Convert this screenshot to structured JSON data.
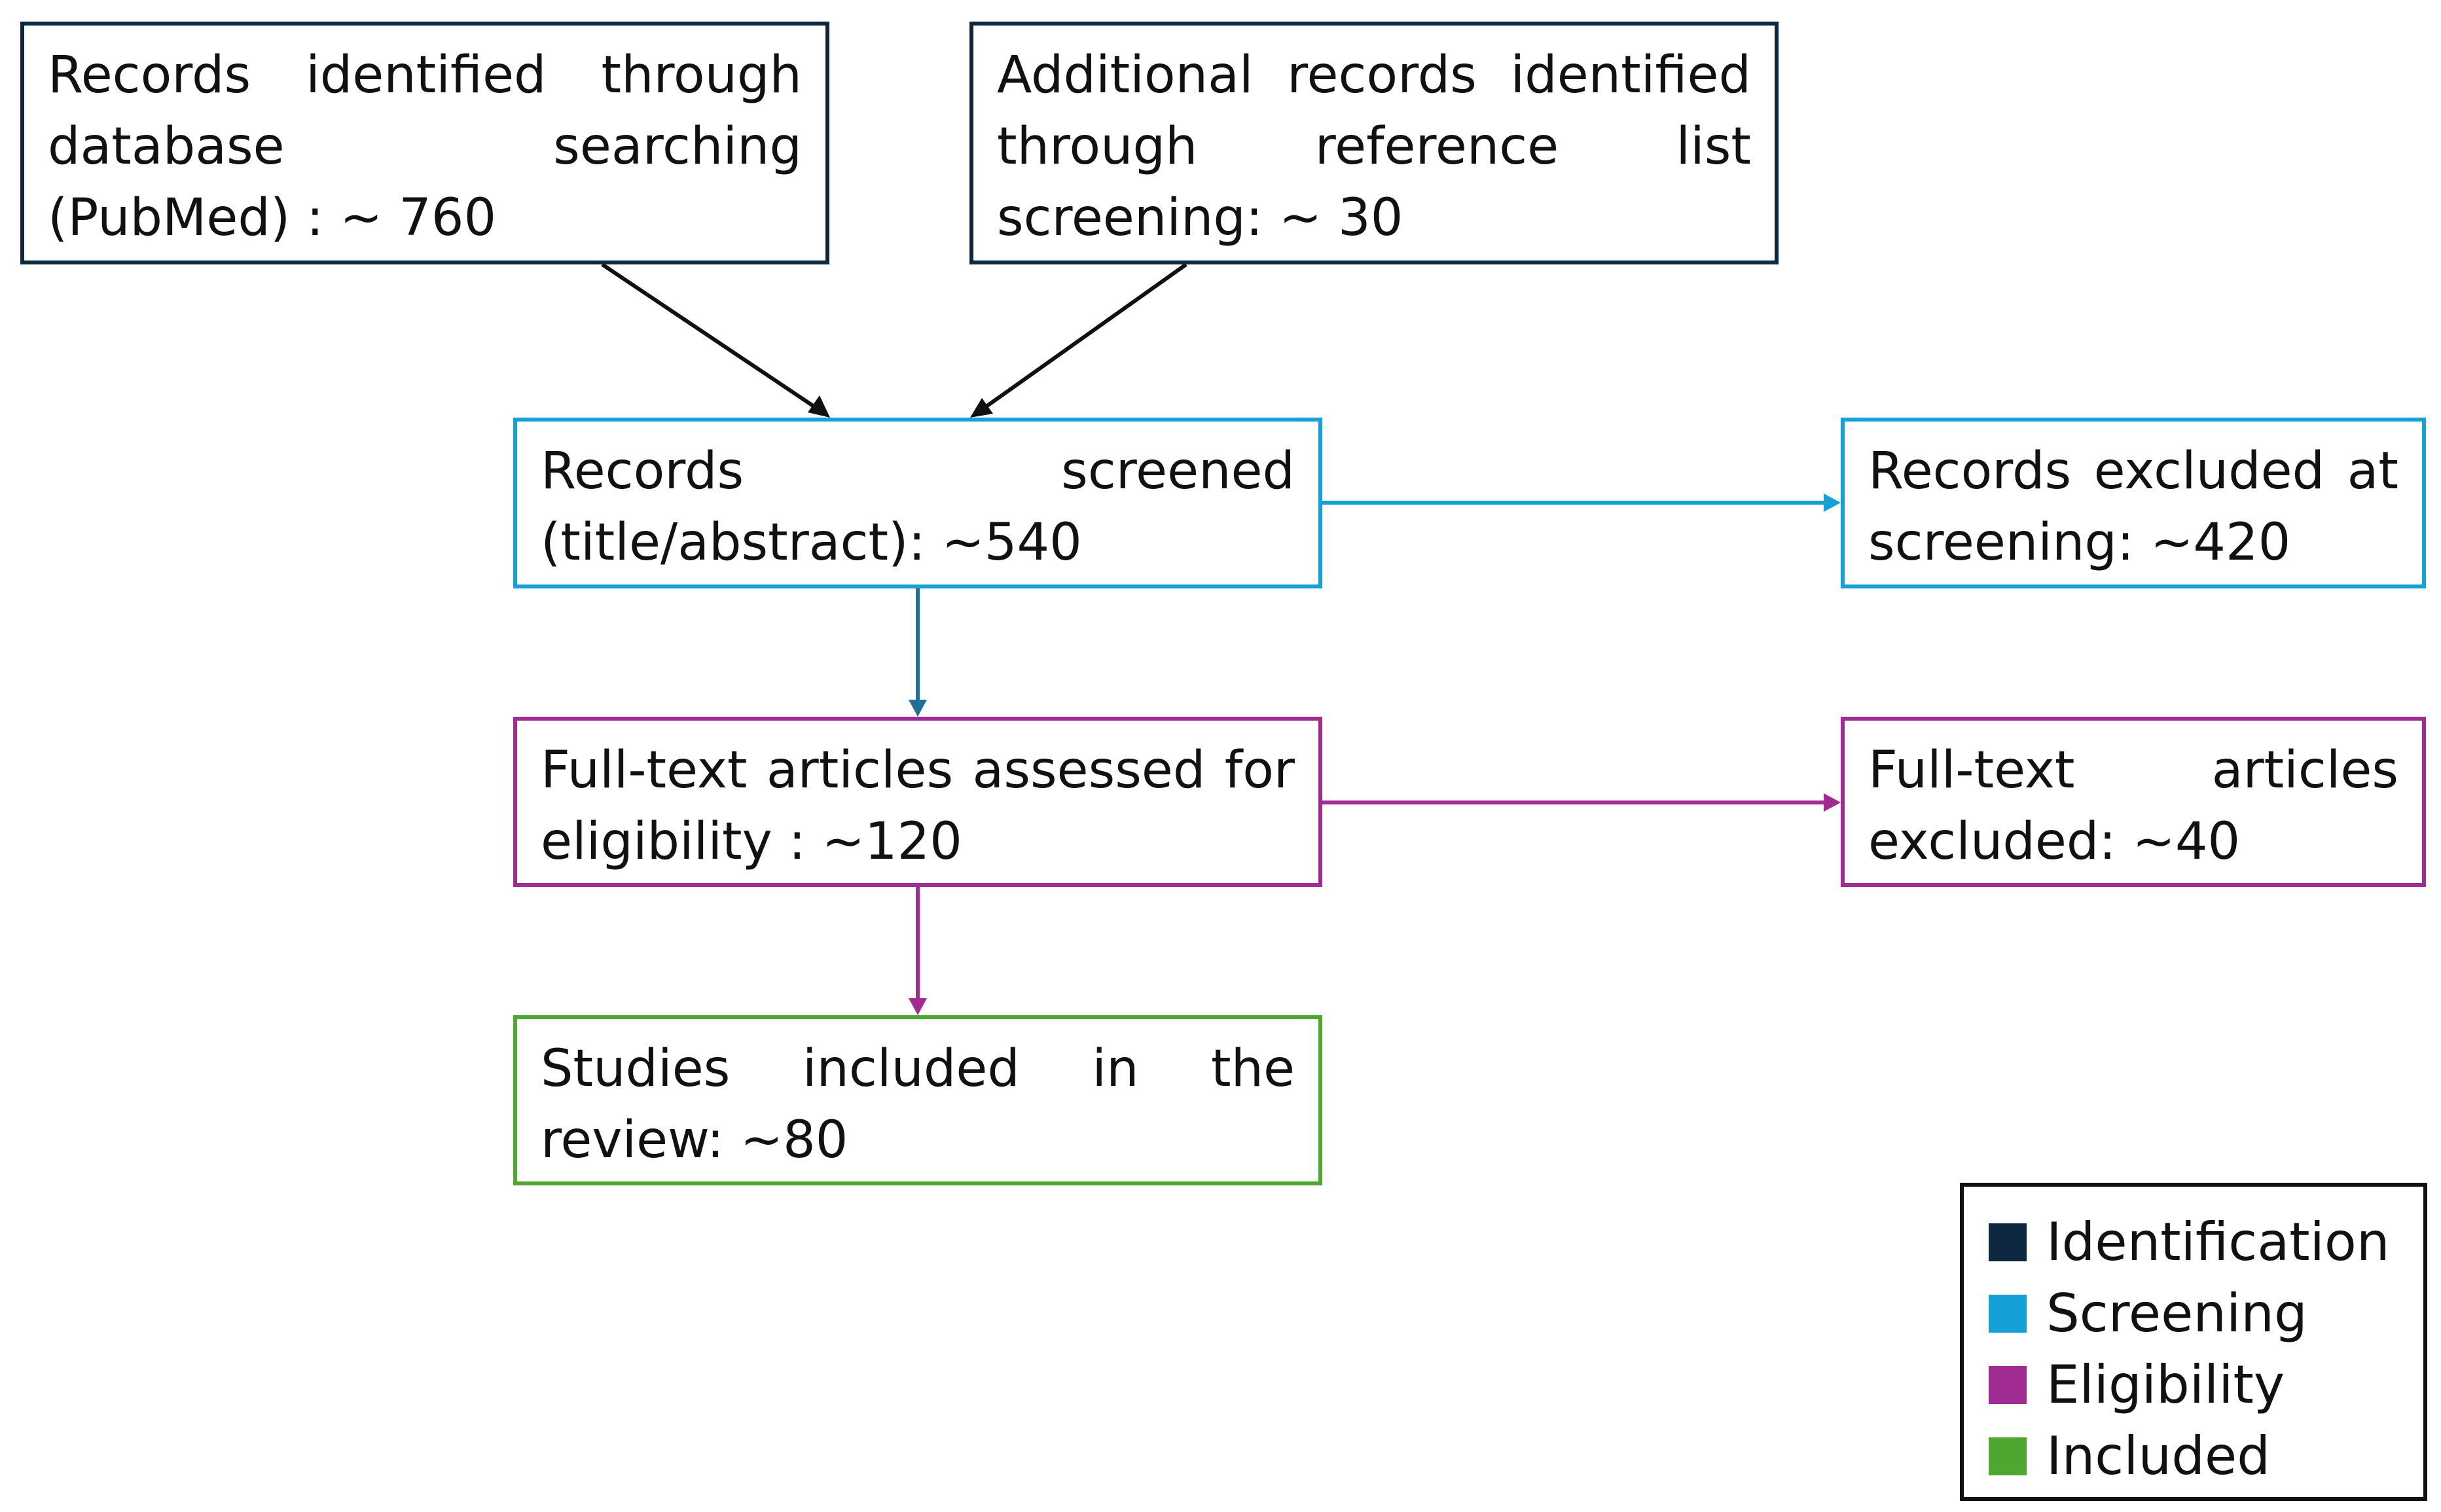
{
  "boxes": {
    "database": "Records identified through database searching (PubMed) : ~ 760",
    "reference": "Additional records identified through reference list screening: ~ 30",
    "screened": "Records screened (title/abstract): ~540",
    "excluded_screening": "Records excluded at screening: ~420",
    "fulltext": "Full-text articles assessed for eligibility : ~120",
    "fulltext_excluded": "Full-text articles excluded: ~40",
    "included": "Studies included in the review: ~80"
  },
  "legend": {
    "items": [
      {
        "label": "Identification",
        "color": "#0e2841"
      },
      {
        "label": "Screening",
        "color": "#16a0d8"
      },
      {
        "label": "Eligibility",
        "color": "#a02b93"
      },
      {
        "label": "Included",
        "color": "#4ea72e"
      }
    ]
  }
}
